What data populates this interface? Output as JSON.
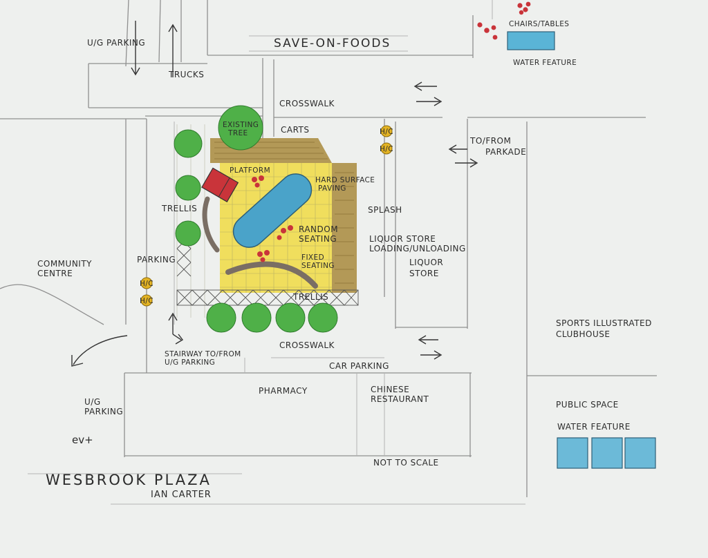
{
  "labels": {
    "save_on_foods": "SAVE-ON-FOODS",
    "ug_parking_top": "U/G PARKING",
    "trucks": "TRUCKS",
    "crosswalk_top": "CROSSWALK",
    "carts": "CARTS",
    "existing_tree": [
      "EXISTING",
      "TREE"
    ],
    "platform": "PLATFORM",
    "hard_surface_paving": [
      "HARD SURFACE",
      "PAVING"
    ],
    "splash": "SPLASH",
    "random_seating": [
      "RANDOM",
      "SEATING"
    ],
    "fixed_seating": [
      "FIXED",
      "SEATING"
    ],
    "trellis_left": "TRELLIS",
    "trellis_bottom": "TRELLIS",
    "parking": "PARKING",
    "community_centre": [
      "COMMUNITY",
      "CENTRE"
    ],
    "liquor_loading": [
      "LIQUOR STORE",
      "LOADING/UNLOADING"
    ],
    "liquor_store": [
      "LIQUOR",
      "STORE"
    ],
    "to_from_parkade": [
      "TO/FROM",
      "PARKADE"
    ],
    "chairs_tables": "CHAIRS/TABLES",
    "water_feature_top": "WATER FEATURE",
    "stairway": [
      "STAIRWAY TO/FROM",
      "U/G PARKING"
    ],
    "crosswalk_bottom": "CROSSWALK",
    "car_parking": "CAR PARKING",
    "pharmacy": "PHARMACY",
    "chinese_restaurant": [
      "CHINESE",
      "RESTAURANT"
    ],
    "ug_parking_bottom": [
      "U/G",
      "PARKING"
    ],
    "ev_plus": "ev+",
    "sports_illustrated": [
      "SPORTS ILLUSTRATED",
      "CLUBHOUSE"
    ],
    "public_space": "PUBLIC SPACE",
    "water_feature_bottom": "WATER FEATURE",
    "not_to_scale": "NOT TO SCALE",
    "hc": "H/C"
  },
  "title": {
    "main": "WESBROOK PLAZA",
    "author": "IAN CARTER"
  },
  "colors": {
    "paper": "#eef0ee",
    "paving_yellow": "#f0dc4c",
    "planter_brown": "#a88a3c",
    "water_blue": "#4aa3c9",
    "tree_green": "#4fb048",
    "seat_red": "#c9343a",
    "bench_grey": "#7a6e64",
    "hc_gold": "#e3b323"
  }
}
